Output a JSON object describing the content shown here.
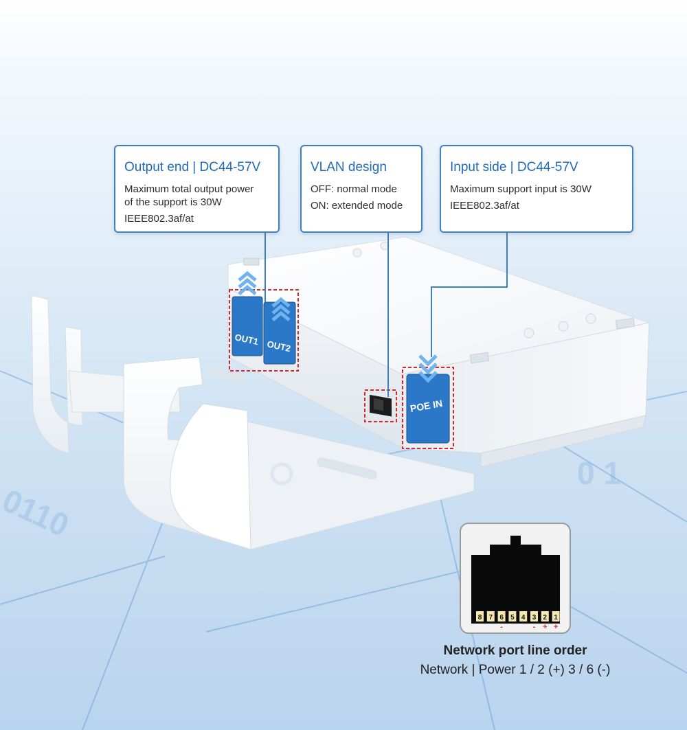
{
  "callouts": {
    "output": {
      "title": "Output end | DC44-57V",
      "line1": "Maximum total output power",
      "line2": "of the support is 30W",
      "line3": "IEEE802.3af/at"
    },
    "vlan": {
      "title": "VLAN design",
      "line1": "OFF: normal mode",
      "line2": "ON: extended mode"
    },
    "input": {
      "title": "Input side | DC44-57V",
      "line1": "Maximum support input is 30W",
      "line2": "IEEE802.3af/at"
    }
  },
  "ports": {
    "out1": "OUT1",
    "out2": "OUT2",
    "poe_in": "POE IN"
  },
  "pinout": {
    "pins": [
      "8",
      "7",
      "6",
      "5",
      "4",
      "3",
      "2",
      "1"
    ],
    "minus": "-",
    "plus": "+",
    "title": "Network port line order",
    "subtitle": "Network | Power 1 / 2 (+) 3 / 6 (-)"
  },
  "colors": {
    "accent": "#1f6ab8",
    "highlight": "#d9262b",
    "port_blue": "#2c78c8"
  }
}
